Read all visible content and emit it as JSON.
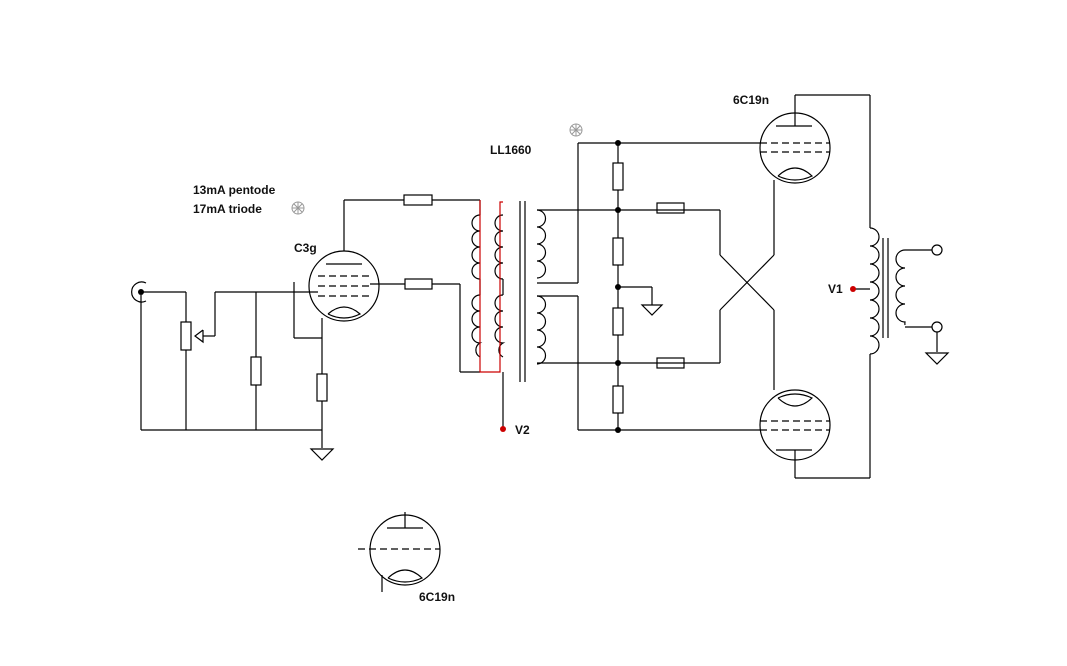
{
  "labels": {
    "pentode_current": "13mA  pentode",
    "triode_current": "17mA  triode",
    "input_tube": "C3g",
    "transformer": "LL1660",
    "output_tube_top": "6C19n",
    "output_tube_bottom": "6C19n",
    "supply_v1": "V1",
    "supply_v2": "V2"
  },
  "colors": {
    "wire": "#000000",
    "supply_node": "#cc0000",
    "secondary_winding_lead": "#cc0000",
    "marker": "#999999"
  }
}
